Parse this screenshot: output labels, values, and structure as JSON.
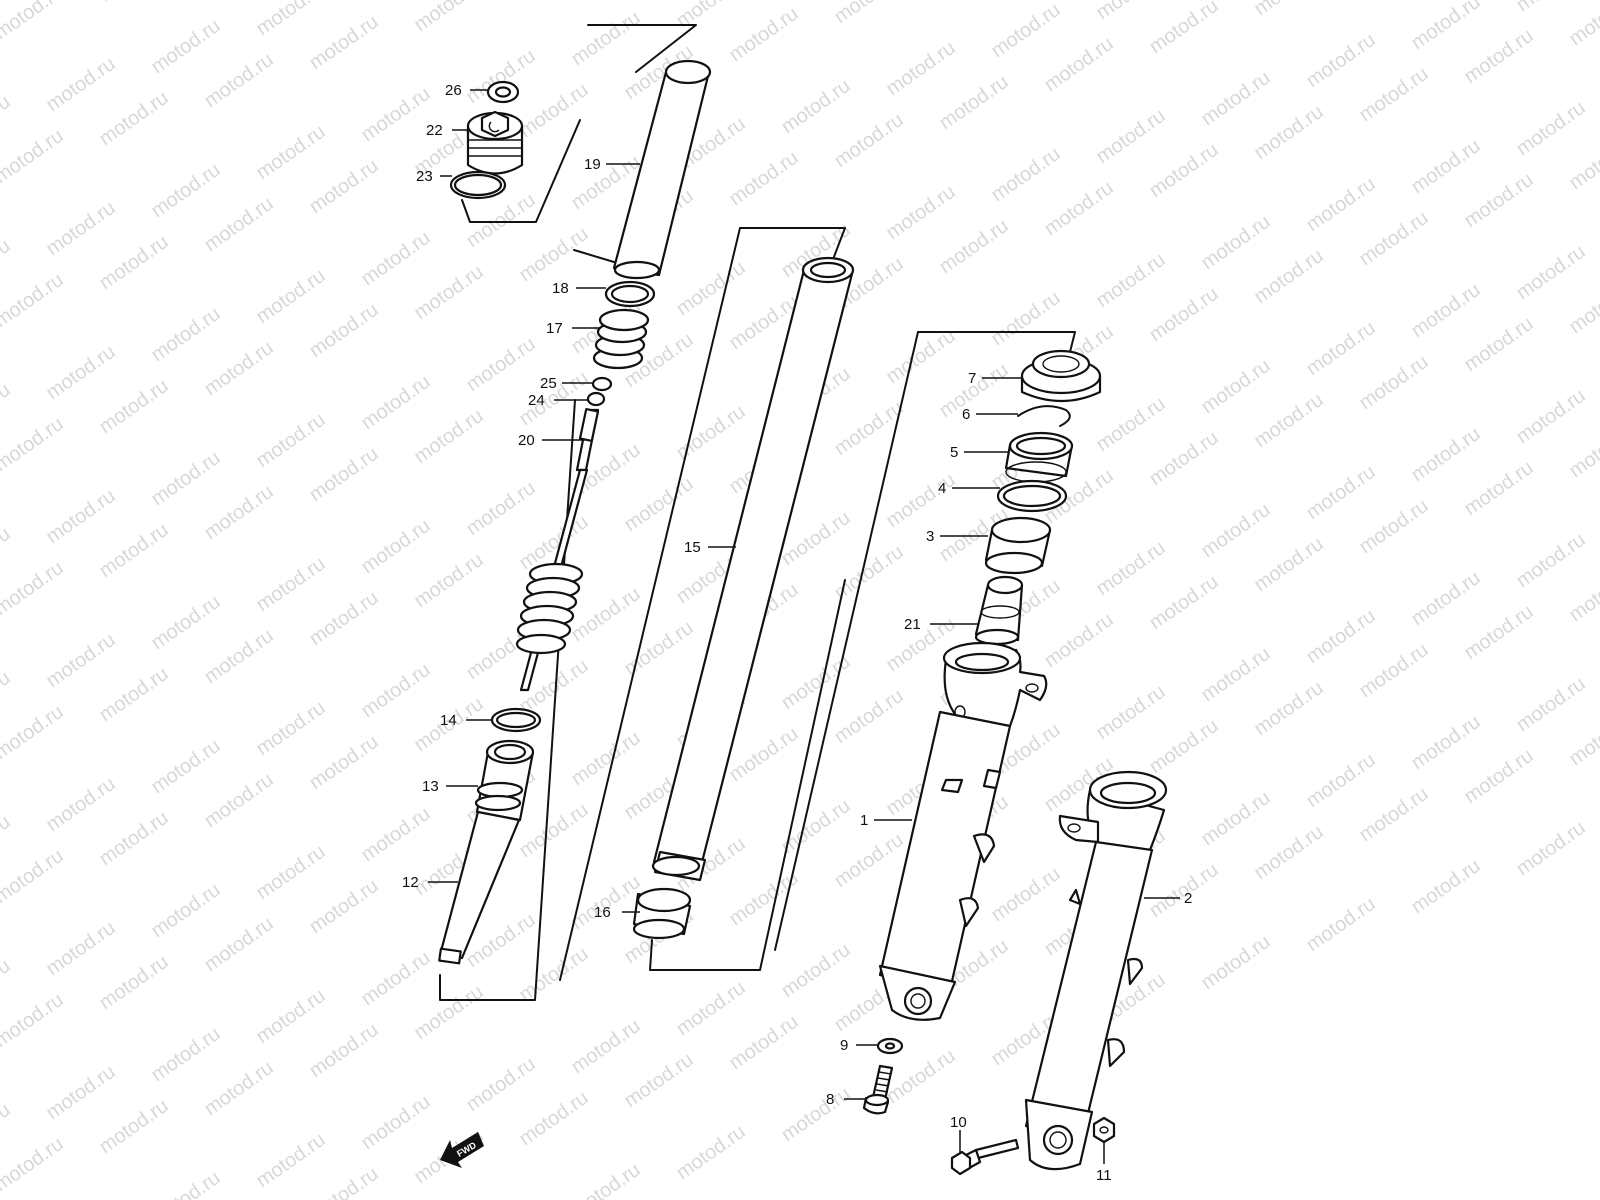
{
  "watermark": "motod.ru",
  "colors": {
    "line": "#111111",
    "background": "#ffffff",
    "watermark": "#d8d8d8"
  },
  "labels": {
    "p1": "1",
    "p2": "2",
    "p3": "3",
    "p4": "4",
    "p5": "5",
    "p6": "6",
    "p7": "7",
    "p8": "8",
    "p9": "9",
    "p10": "10",
    "p11": "11",
    "p12": "12",
    "p13": "13",
    "p14": "14",
    "p15": "15",
    "p16": "16",
    "p17": "17",
    "p18": "18",
    "p19": "19",
    "p20": "20",
    "p21": "21",
    "p22": "22",
    "p23": "23",
    "p24": "24",
    "p25": "25",
    "p26": "26"
  },
  "direction_arrow": {
    "label": "FWD",
    "icon": "forward-arrow-icon"
  }
}
